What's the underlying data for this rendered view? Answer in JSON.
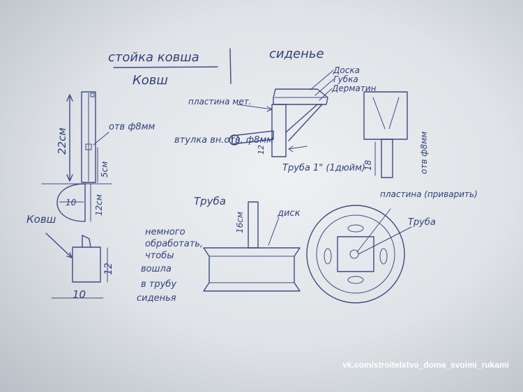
{
  "titles": {
    "bucket_stand": "стойка ковша",
    "bucket": "Ковш",
    "seat": "сиденье"
  },
  "stand": {
    "height": "22см",
    "hole": "отв ф8мм",
    "offset": "5см",
    "bucket_height": "12см",
    "bucket_width": "10",
    "bucket_label": "Ковш",
    "block_height": "12",
    "block_width": "10"
  },
  "seat": {
    "board": "Доска",
    "sponge": "Губка",
    "leatherette": "Дерматин",
    "plate": "пластина мет.",
    "bushing": "втулка вн.отв. ф8мм",
    "pipe": "Труба 1\" (1дюйм)",
    "pipe_height": "12",
    "side_height": "18",
    "side_hole": "отв ф8мм"
  },
  "base": {
    "pipe": "Труба",
    "pipe_length": "16см",
    "disk": "диск",
    "note": [
      "немного",
      "обработать,",
      "чтобы",
      "вошла",
      "в трубу",
      "сиденья"
    ],
    "plate_weld": "пластина (приварить)",
    "pipe_top": "Труба"
  },
  "watermark": "vk.com/stroitelstvo_doma_svoimi_rukami"
}
